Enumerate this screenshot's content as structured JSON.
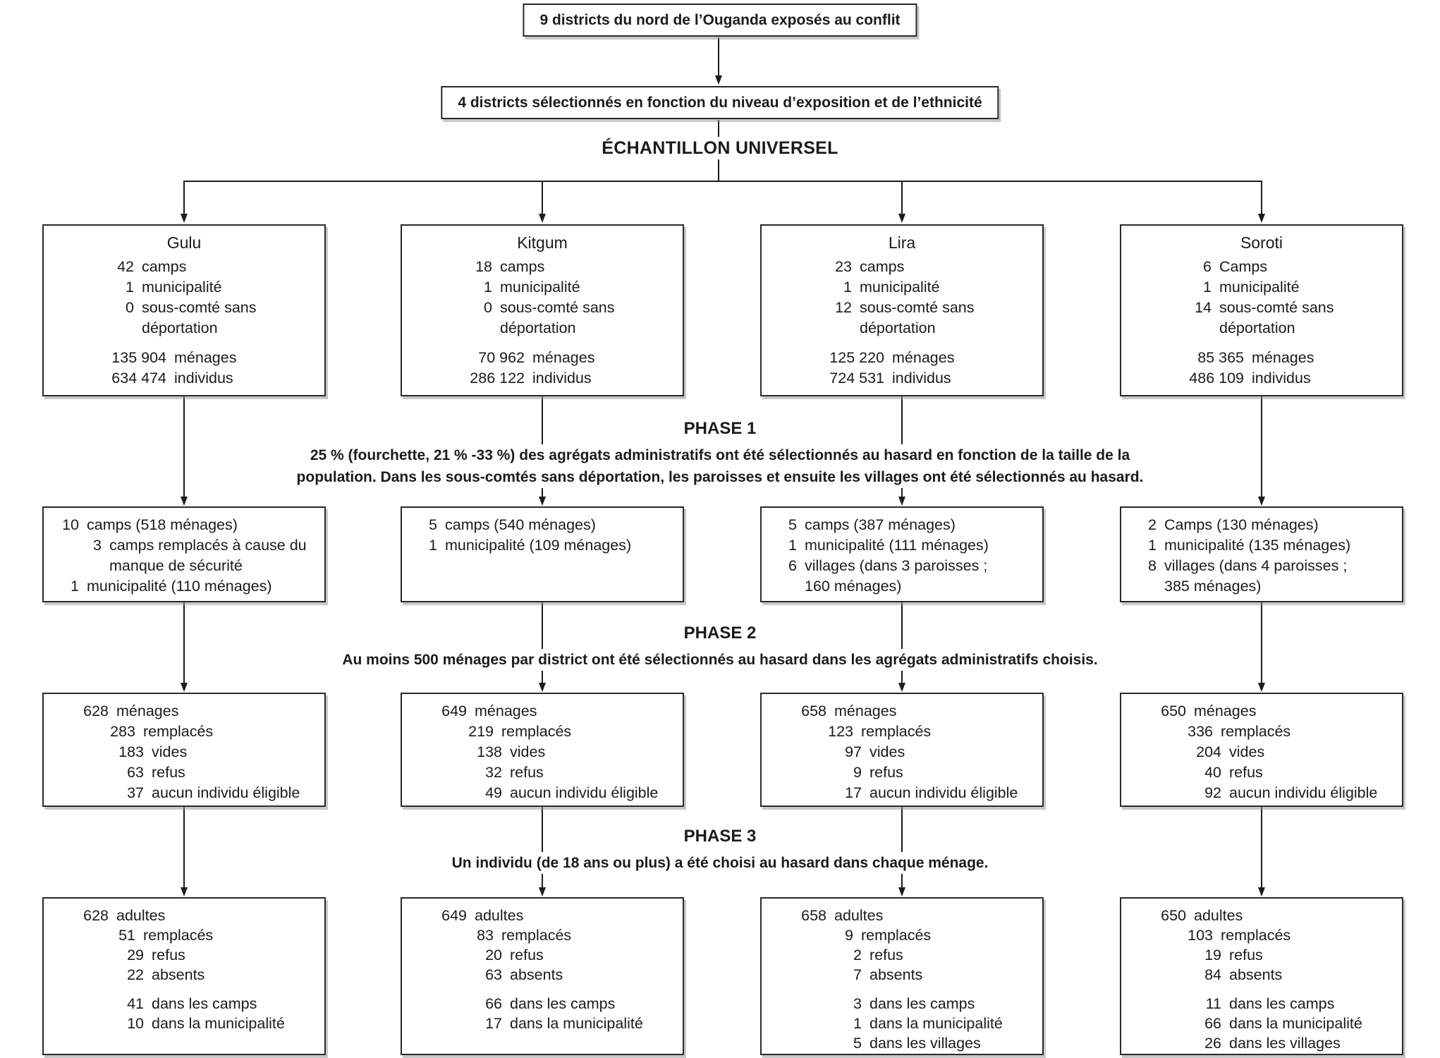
{
  "top": {
    "box1": "9 districts du nord de l’Ouganda exposés au conflit",
    "box2": "4 districts sélectionnés en fonction du niveau d’exposition et de l’ethnicité",
    "universal_label": "ÉCHANTILLON UNIVERSEL"
  },
  "phases": {
    "phase1": {
      "title": "PHASE 1",
      "lines": [
        "25 % (fourchette, 21 % -33 %) des agrégats administratifs ont été sélectionnés au hasard en fonction de la taille de la",
        "population. Dans les sous-comtés sans déportation, les paroisses et ensuite les villages ont été sélectionnés au hasard."
      ]
    },
    "phase2": {
      "title": "PHASE 2",
      "lines": [
        "Au moins 500 ménages par district ont été sélectionnés au hasard dans les agrégats administratifs choisis."
      ]
    },
    "phase3": {
      "title": "PHASE 3",
      "lines": [
        "Un individu (de 18 ans ou plus) a été choisi au hasard dans chaque ménage."
      ]
    }
  },
  "districts": [
    {
      "name": "Gulu",
      "universe": [
        {
          "n": "42",
          "t": "camps",
          "c": "a"
        },
        {
          "n": "1",
          "t": "municipalité",
          "c": "a"
        },
        {
          "n": "0",
          "t": "sous-comté sans",
          "c": "a"
        },
        {
          "n": "",
          "t": "déportation",
          "c": "a"
        },
        {
          "gap": true
        },
        {
          "n": "135 904",
          "t": "ménages",
          "c": "b"
        },
        {
          "n": "634 474",
          "t": "individus",
          "c": "b"
        }
      ],
      "phase1": [
        {
          "n": "10",
          "t": "camps (518 ménages)",
          "c": "i0"
        },
        {
          "n": "3",
          "t": "camps remplacés à cause du",
          "c": "i1"
        },
        {
          "n": "",
          "t": "manque de sécurité",
          "c": "i1"
        },
        {
          "n": "1",
          "t": "municipalité (110 ménages)",
          "c": "i0"
        }
      ],
      "phase2": [
        {
          "n": "628",
          "t": "ménages",
          "c": "i0"
        },
        {
          "n": "283",
          "t": "remplacés",
          "c": "i1"
        },
        {
          "n": "183",
          "t": "vides",
          "c": "i2"
        },
        {
          "n": "63",
          "t": "refus",
          "c": "i2"
        },
        {
          "n": "37",
          "t": "aucun individu éligible",
          "c": "i2"
        }
      ],
      "phase3": [
        {
          "n": "628",
          "t": "adultes",
          "c": "i0"
        },
        {
          "n": "51",
          "t": "remplacés",
          "c": "i1"
        },
        {
          "n": "29",
          "t": "refus",
          "c": "i2"
        },
        {
          "n": "22",
          "t": "absents",
          "c": "i2"
        },
        {
          "gap": true
        },
        {
          "n": "41",
          "t": "dans les camps",
          "c": "i2"
        },
        {
          "n": "10",
          "t": "dans la municipalité",
          "c": "i2"
        }
      ]
    },
    {
      "name": "Kitgum",
      "universe": [
        {
          "n": "18",
          "t": "camps",
          "c": "a"
        },
        {
          "n": "1",
          "t": "municipalité",
          "c": "a"
        },
        {
          "n": "0",
          "t": "sous-comté sans",
          "c": "a"
        },
        {
          "n": "",
          "t": "déportation",
          "c": "a"
        },
        {
          "gap": true
        },
        {
          "n": "70 962",
          "t": "ménages",
          "c": "b"
        },
        {
          "n": "286 122",
          "t": "individus",
          "c": "b"
        }
      ],
      "phase1": [
        {
          "n": "5",
          "t": "camps (540 ménages)",
          "c": "i0"
        },
        {
          "n": "1",
          "t": "municipalité (109 ménages)",
          "c": "i0"
        }
      ],
      "phase2": [
        {
          "n": "649",
          "t": "ménages",
          "c": "i0"
        },
        {
          "n": "219",
          "t": "remplacés",
          "c": "i1"
        },
        {
          "n": "138",
          "t": "vides",
          "c": "i2"
        },
        {
          "n": "32",
          "t": "refus",
          "c": "i2"
        },
        {
          "n": "49",
          "t": "aucun individu éligible",
          "c": "i2"
        }
      ],
      "phase3": [
        {
          "n": "649",
          "t": "adultes",
          "c": "i0"
        },
        {
          "n": "83",
          "t": "remplacés",
          "c": "i1"
        },
        {
          "n": "20",
          "t": "refus",
          "c": "i2"
        },
        {
          "n": "63",
          "t": "absents",
          "c": "i2"
        },
        {
          "gap": true
        },
        {
          "n": "66",
          "t": "dans les camps",
          "c": "i2"
        },
        {
          "n": "17",
          "t": "dans la municipalité",
          "c": "i2"
        }
      ]
    },
    {
      "name": "Lira",
      "universe": [
        {
          "n": "23",
          "t": "camps",
          "c": "a"
        },
        {
          "n": "1",
          "t": "municipalité",
          "c": "a"
        },
        {
          "n": "12",
          "t": "sous-comté sans",
          "c": "a"
        },
        {
          "n": "",
          "t": "déportation",
          "c": "a"
        },
        {
          "gap": true
        },
        {
          "n": "125 220",
          "t": "ménages",
          "c": "b"
        },
        {
          "n": "724 531",
          "t": "individus",
          "c": "b"
        }
      ],
      "phase1": [
        {
          "n": "5",
          "t": "camps (387 ménages)",
          "c": "i0"
        },
        {
          "n": "1",
          "t": "municipalité (111 ménages)",
          "c": "i0"
        },
        {
          "n": "6",
          "t": "villages (dans 3 paroisses ;",
          "c": "i0"
        },
        {
          "n": "",
          "t": "160 ménages)",
          "c": "i0"
        }
      ],
      "phase2": [
        {
          "n": "658",
          "t": "ménages",
          "c": "i0"
        },
        {
          "n": "123",
          "t": "remplacés",
          "c": "i1"
        },
        {
          "n": "97",
          "t": "vides",
          "c": "i2"
        },
        {
          "n": "9",
          "t": "refus",
          "c": "i2"
        },
        {
          "n": "17",
          "t": "aucun individu éligible",
          "c": "i2"
        }
      ],
      "phase3": [
        {
          "n": "658",
          "t": "adultes",
          "c": "i0"
        },
        {
          "n": "9",
          "t": "remplacés",
          "c": "i1"
        },
        {
          "n": "2",
          "t": "refus",
          "c": "i2"
        },
        {
          "n": "7",
          "t": "absents",
          "c": "i2"
        },
        {
          "gap": true
        },
        {
          "n": "3",
          "t": "dans les camps",
          "c": "i2"
        },
        {
          "n": "1",
          "t": "dans la municipalité",
          "c": "i2"
        },
        {
          "n": "5",
          "t": "dans les villages",
          "c": "i2"
        }
      ]
    },
    {
      "name": "Soroti",
      "universe": [
        {
          "n": "6",
          "t": "Camps",
          "c": "a"
        },
        {
          "n": "1",
          "t": "municipalité",
          "c": "a"
        },
        {
          "n": "14",
          "t": "sous-comté sans",
          "c": "a"
        },
        {
          "n": "",
          "t": "déportation",
          "c": "a"
        },
        {
          "gap": true
        },
        {
          "n": "85 365",
          "t": "ménages",
          "c": "b"
        },
        {
          "n": "486 109",
          "t": "individus",
          "c": "b"
        }
      ],
      "phase1": [
        {
          "n": "2",
          "t": "Camps (130 ménages)",
          "c": "i0"
        },
        {
          "n": "1",
          "t": "municipalité (135 ménages)",
          "c": "i0"
        },
        {
          "n": "8",
          "t": "villages (dans 4 paroisses ;",
          "c": "i0"
        },
        {
          "n": "",
          "t": "385 ménages)",
          "c": "i0"
        }
      ],
      "phase2": [
        {
          "n": "650",
          "t": "ménages",
          "c": "i0"
        },
        {
          "n": "336",
          "t": "remplacés",
          "c": "i1"
        },
        {
          "n": "204",
          "t": "vides",
          "c": "i2"
        },
        {
          "n": "40",
          "t": "refus",
          "c": "i2"
        },
        {
          "n": "92",
          "t": "aucun individu éligible",
          "c": "i2"
        }
      ],
      "phase3": [
        {
          "n": "650",
          "t": "adultes",
          "c": "i0"
        },
        {
          "n": "103",
          "t": "remplacés",
          "c": "i1"
        },
        {
          "n": "19",
          "t": "refus",
          "c": "i2"
        },
        {
          "n": "84",
          "t": "absents",
          "c": "i2"
        },
        {
          "gap": true
        },
        {
          "n": "11",
          "t": "dans les camps",
          "c": "i2"
        },
        {
          "n": "66",
          "t": "dans la municipalité",
          "c": "i2"
        },
        {
          "n": "26",
          "t": "dans les villages",
          "c": "i2"
        }
      ]
    }
  ]
}
